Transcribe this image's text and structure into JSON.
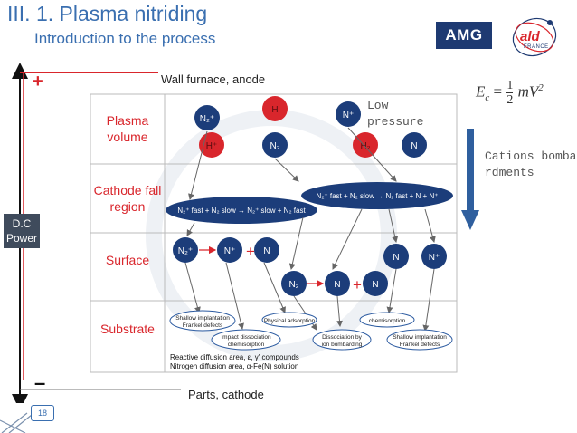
{
  "header": {
    "title": "III. 1. Plasma nitriding",
    "subtitle": "Introduction to the process"
  },
  "logos": {
    "amg": "AMG",
    "ald": "ald",
    "ald_sub": "FRANCE"
  },
  "annotations": {
    "low_pressure": "Low pressure",
    "formula_lhs": "E",
    "formula_sub": "c",
    "formula_num": "1",
    "formula_den": "2",
    "formula_rhs": "mV",
    "formula_exp": "2",
    "cations": "Cations bombardments"
  },
  "diagram": {
    "anode": "Wall furnace, anode",
    "cathode": "Parts, cathode",
    "plus": "+",
    "minus": "–",
    "power_line1": "D.C",
    "power_line2": "Power",
    "rows": [
      "Plasma volume",
      "Cathode fall region",
      "Surface",
      "Substrate"
    ],
    "species": {
      "n2plus": "N₂⁺",
      "nplus": "N⁺",
      "n2": "N₂",
      "n": "N",
      "h": "H",
      "hplus": "H⁺",
      "h2": "H₂",
      "plus_sign": "+"
    },
    "reaction1": "N₂⁺ fast + N₂ slow → N₂⁺ slow + N₂ fast",
    "reaction2": "N₂⁺ fast + N₂ slow → N₂ fast + N + N⁺",
    "substrate_labels": {
      "shallow1_l1": "Shallow implantation",
      "shallow1_l2": "Frankel defects",
      "physical": "Physical adsorption",
      "chemi": "chemisorption",
      "impact_l1": "Impact dissociation",
      "impact_l2": "chemisorption",
      "diss_l1": "Dissociation by",
      "diss_l2": "ion bombarding",
      "shallow2_l1": "Shallow implantation",
      "shallow2_l2": "Frankel defects"
    },
    "bottom_line1": "Reactive diffusion area, ε, γ' compounds",
    "bottom_line2": "Nitrogen diffusion area, α-Fe(N) solution"
  },
  "footer": {
    "page_number": "18"
  },
  "colors": {
    "navy": "#1c3d7a",
    "red": "#d9262c",
    "blue": "#3a6fb0"
  }
}
